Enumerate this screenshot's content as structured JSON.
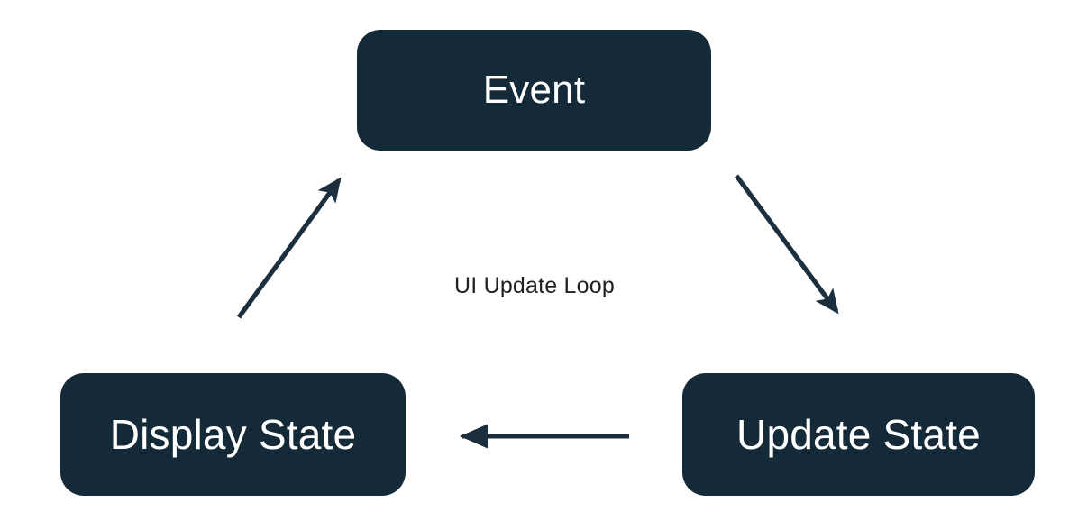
{
  "diagram": {
    "title": "UI Update Loop",
    "background_color": "#ffffff",
    "node_fill_color": "#152a38",
    "node_text_color": "#ffffff",
    "edge_color": "#1b2f3f",
    "caption_color": "#202124",
    "nodes": [
      {
        "id": "event",
        "label": "Event"
      },
      {
        "id": "update-state",
        "label": "Update State"
      },
      {
        "id": "display-state",
        "label": "Display State"
      }
    ],
    "edges": [
      {
        "id": "event-to-update",
        "from": "Event",
        "to": "Update State",
        "direction": "down-right"
      },
      {
        "id": "update-to-display",
        "from": "Update State",
        "to": "Display State",
        "direction": "left"
      },
      {
        "id": "display-to-event",
        "from": "Display State",
        "to": "Event",
        "direction": "up-right"
      }
    ]
  }
}
